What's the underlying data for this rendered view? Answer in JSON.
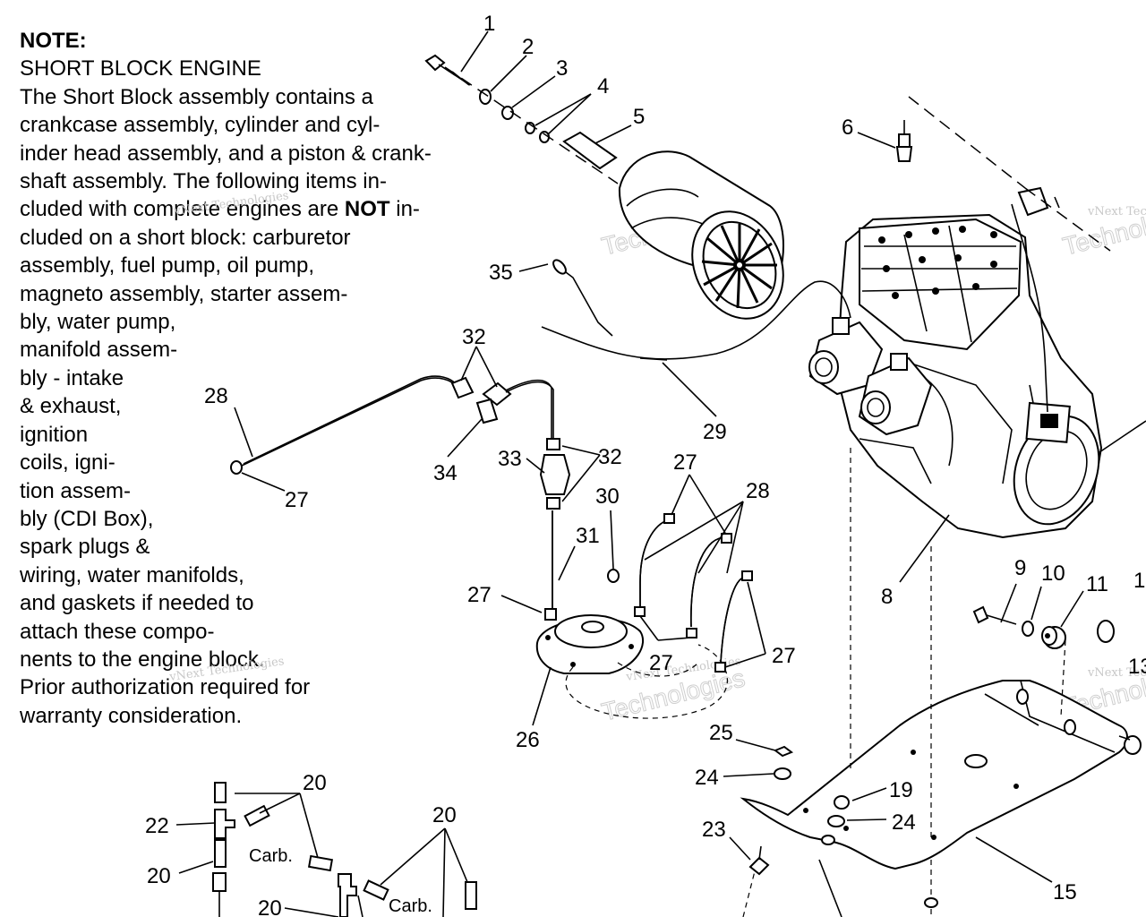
{
  "note": {
    "title": "NOTE:",
    "lines": [
      "SHORT BLOCK ENGINE",
      "The Short Block assembly contains a",
      "crankcase assembly, cylinder and cyl-",
      "inder head assembly, and a piston & crank-",
      "shaft assembly.  The following items in-",
      "cluded with complete engines are ",
      "cluded on a short block:  carburetor",
      "assembly, fuel pump, oil pump,",
      "magneto assembly, starter assem-",
      "bly, water pump,",
      "manifold assem-",
      "bly - intake",
      "& exhaust,",
      "ignition",
      "coils, igni-",
      "tion assem-",
      "bly (CDI Box),",
      "spark plugs &",
      "wiring, water manifolds,",
      "and gaskets if needed to",
      "attach these compo-",
      "nents to the engine block.",
      "Prior authorization required for",
      "warranty consideration."
    ],
    "bold_word": "NOT",
    "after_bold": " in-"
  },
  "callouts": [
    "1",
    "2",
    "3",
    "4",
    "5",
    "6",
    "35",
    "32",
    "28",
    "29",
    "34",
    "33",
    "32",
    "27",
    "27",
    "28",
    "30",
    "31",
    "27",
    "26",
    "27",
    "27",
    "8",
    "9",
    "10",
    "11",
    "1",
    "13",
    "25",
    "24",
    "19",
    "24",
    "23",
    "15",
    "20",
    "22",
    "20",
    "20",
    "20"
  ],
  "carb_labels": [
    "Carb.",
    "Carb."
  ],
  "watermarks": [
    "vNext Technologies",
    "Technologies"
  ],
  "colors": {
    "ink": "#000000",
    "paper": "#ffffff",
    "watermark": "#c8c8c8"
  }
}
